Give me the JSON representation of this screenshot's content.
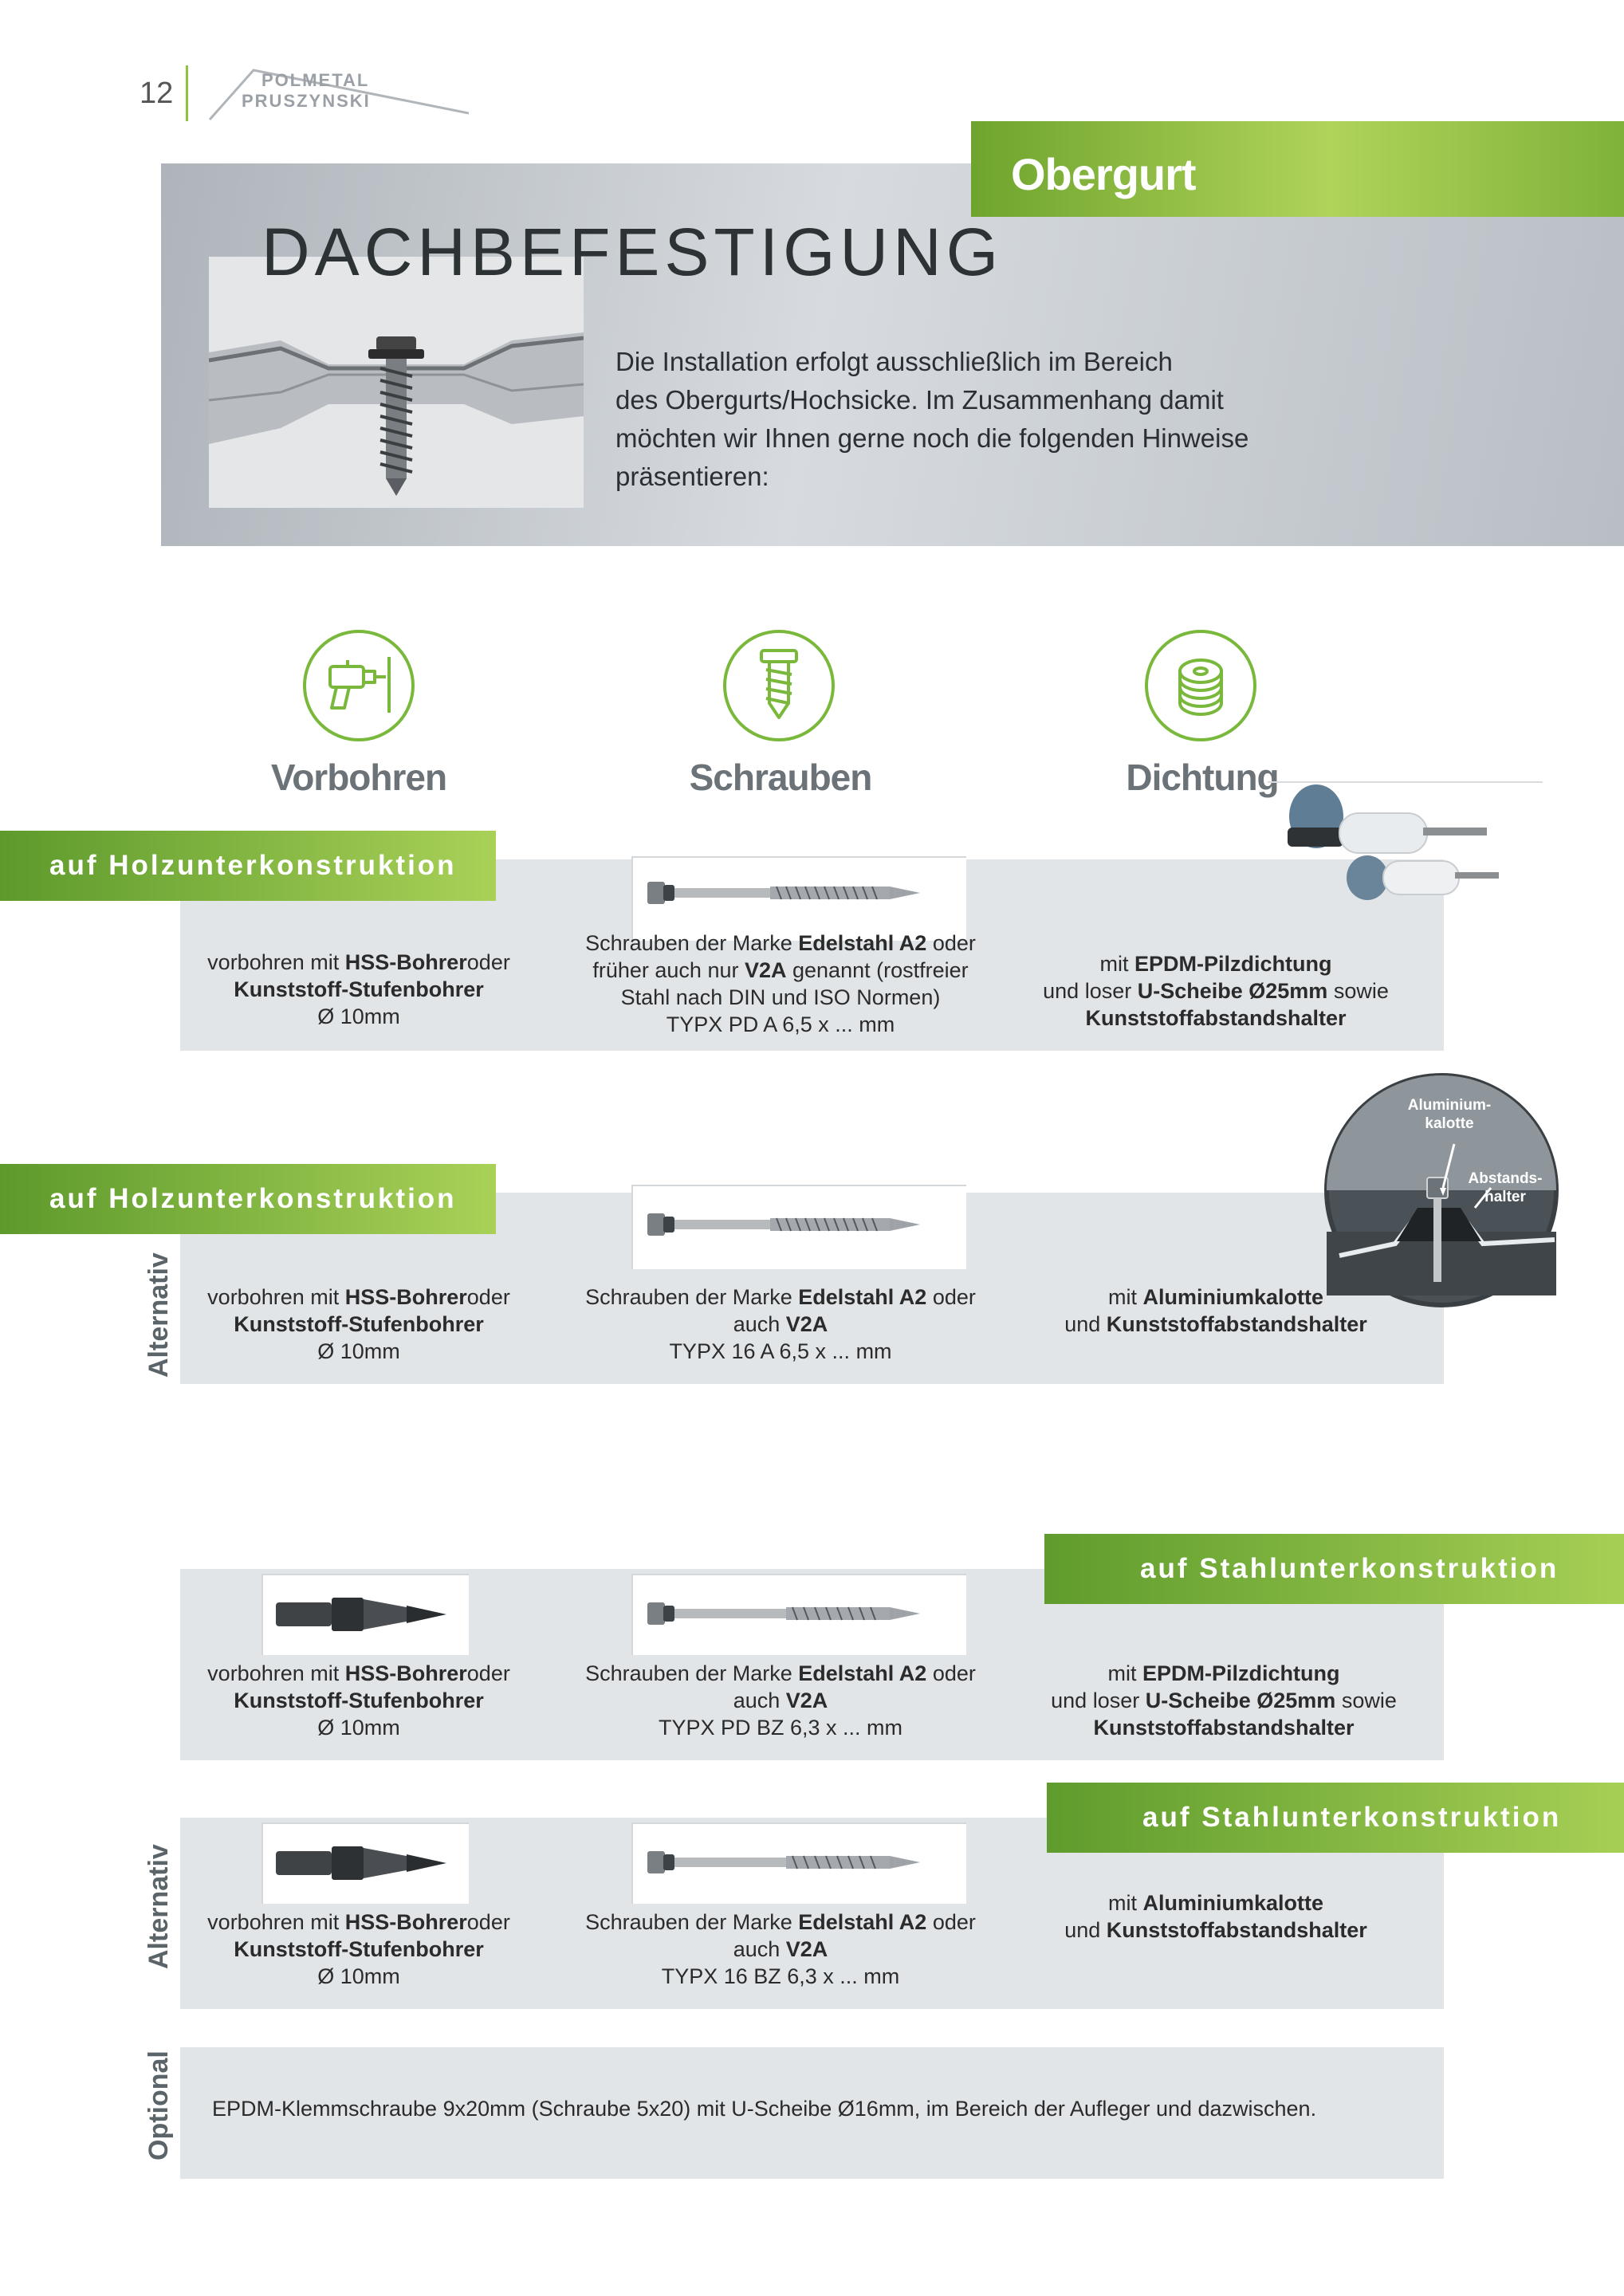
{
  "header": {
    "page_number": "12",
    "logo_line1": "POLMETAL",
    "logo_line2": "PRUSZYNSKI"
  },
  "hero": {
    "tag": "Obergurt",
    "title": "DACHBEFESTIGUNG",
    "text_lines": [
      "Die Installation erfolgt ausschließlich im Bereich",
      "des Obergurts/Hochsicke. Im Zusammenhang damit",
      "möchten wir Ihnen gerne noch die folgenden Hinweise",
      "präsentieren:"
    ]
  },
  "columns": {
    "vorbohren": {
      "label": "Vorbohren",
      "icon": "drill-icon"
    },
    "schrauben": {
      "label": "Schrauben",
      "icon": "screw-icon"
    },
    "dichtung": {
      "label": "Dichtung",
      "icon": "washer-stack-icon"
    }
  },
  "callout": {
    "line1": "Aluminium-",
    "line2": "kalotte",
    "line3": "Abstands-",
    "line4": "halter"
  },
  "sections": {
    "s1": {
      "tag": "auf Holzunterkonstruktion",
      "vorbohren": {
        "a": "vorbohren mit ",
        "b": "HSS-Bohrer",
        "c": "oder",
        "d": "Kunststoff-Stufenbohrer",
        "e": "Ø 10mm"
      },
      "schrauben": {
        "a": "Schrauben der Marke ",
        "b": "Edelstahl A2",
        "c": " oder",
        "d": "früher auch nur ",
        "e": "V2A",
        "f": " genannt (rostfreier",
        "g": "Stahl nach DIN und ISO Normen)",
        "h": "TYPX PD A 6,5 x ... mm"
      },
      "dichtung": {
        "a": "mit ",
        "b": "EPDM-Pilzdichtung",
        "c": "und loser ",
        "d": "U-Scheibe Ø25mm",
        "e": " sowie",
        "f": "Kunststoffabstandshalter"
      }
    },
    "s2": {
      "side": "Alternativ",
      "tag": "auf Holzunterkonstruktion",
      "vorbohren": {
        "a": "vorbohren mit ",
        "b": "HSS-Bohrer",
        "c": "oder",
        "d": "Kunststoff-Stufenbohrer",
        "e": "Ø 10mm"
      },
      "schrauben": {
        "a": "Schrauben der Marke ",
        "b": "Edelstahl A2",
        "c": " oder",
        "d": "auch ",
        "e": "V2A",
        "f": "TYPX 16 A 6,5 x ... mm"
      },
      "dichtung": {
        "a": "mit ",
        "b": "Aluminiumkalotte",
        "c": "und ",
        "d": "Kunststoffabstandshalter"
      }
    },
    "s3": {
      "tag": "auf Stahlunterkonstruktion",
      "vorbohren": {
        "a": "vorbohren mit ",
        "b": "HSS-Bohrer",
        "c": "oder",
        "d": "Kunststoff-Stufenbohrer",
        "e": "Ø 10mm"
      },
      "schrauben": {
        "a": "Schrauben der Marke ",
        "b": "Edelstahl A2",
        "c": " oder",
        "d": "auch ",
        "e": "V2A",
        "f": "TYPX PD BZ 6,3 x ... mm"
      },
      "dichtung": {
        "a": "mit ",
        "b": "EPDM-Pilzdichtung",
        "c": "und loser ",
        "d": "U-Scheibe Ø25mm",
        "e": " sowie",
        "f": "Kunststoffabstandshalter"
      }
    },
    "s4": {
      "side": "Alternativ",
      "tag": "auf Stahlunterkonstruktion",
      "vorbohren": {
        "a": "vorbohren mit ",
        "b": "HSS-Bohrer",
        "c": "oder",
        "d": "Kunststoff-Stufenbohrer",
        "e": "Ø 10mm"
      },
      "schrauben": {
        "a": "Schrauben der Marke ",
        "b": "Edelstahl A2",
        "c": " oder",
        "d": "auch ",
        "e": "V2A",
        "f": "TYPX 16 BZ 6,3 x ... mm"
      },
      "dichtung": {
        "a": "mit ",
        "b": "Aluminiumkalotte",
        "c": "und ",
        "d": "Kunststoffabstandshalter"
      }
    },
    "s5": {
      "side": "Optional",
      "text": "EPDM-Klemmschraube 9x20mm (Schraube 5x20) mit U-Scheibe Ø16mm, im Bereich der Aufleger und dazwischen."
    }
  },
  "colors": {
    "accent_green": "#7ab83c",
    "band_gray": "#e2e5e7",
    "heading_gray": "#6b7378"
  }
}
